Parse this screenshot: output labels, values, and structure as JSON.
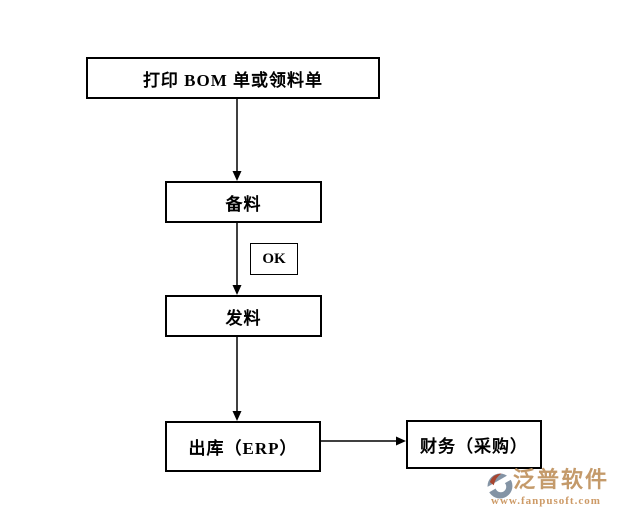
{
  "flowchart": {
    "nodes": {
      "print_bom": {
        "label": "打印 BOM 单或领料单"
      },
      "prepare": {
        "label": "备料"
      },
      "ok": {
        "label": "OK"
      },
      "issue": {
        "label": "发料"
      },
      "outbound": {
        "label": "出库（ERP）"
      },
      "finance": {
        "label": "财务（采购）"
      }
    },
    "line_color": "#000000"
  },
  "watermark": {
    "brand": "泛普软件",
    "url": "www.fanpusoft.com",
    "brand_color": "#c49a6a",
    "url_color": "#cd9a66",
    "icon_blue": "#8494a5",
    "icon_red": "#a8452f"
  },
  "colors": {
    "background": "#ffffff",
    "box_border": "#000000",
    "text": "#000000"
  }
}
